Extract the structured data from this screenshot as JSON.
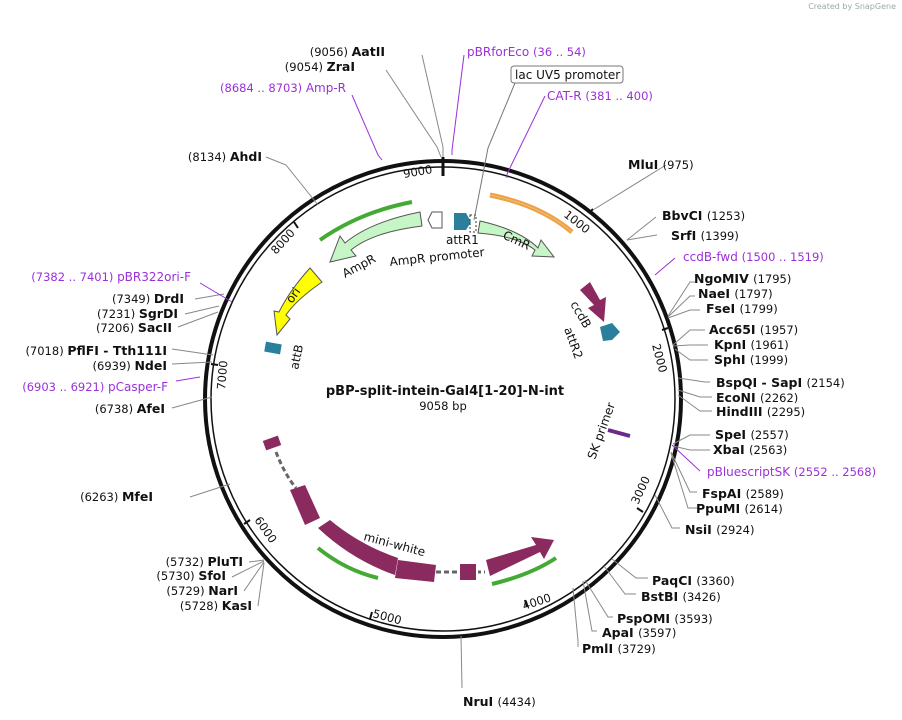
{
  "credit": "Created by SnapGene",
  "plasmid": {
    "name": "pBP-split-intein-Gal4[1-20]-N-int",
    "size": "9058 bp"
  },
  "ticks": [
    "1000",
    "2000",
    "3000",
    "4000",
    "5000",
    "6000",
    "7000",
    "8000",
    "9000"
  ],
  "sites": [
    {
      "name": "AatII",
      "pos": "(9056)",
      "side": "left"
    },
    {
      "name": "ZraI",
      "pos": "(9054)",
      "side": "left"
    },
    {
      "name": "MluI",
      "pos": "(975)",
      "side": "right"
    },
    {
      "name": "BbvCI",
      "pos": "(1253)",
      "side": "right"
    },
    {
      "name": "SrfI",
      "pos": "(1399)",
      "side": "right"
    },
    {
      "name": "NgoMIV",
      "pos": "(1795)",
      "side": "right"
    },
    {
      "name": "NaeI",
      "pos": "(1797)",
      "side": "right"
    },
    {
      "name": "FseI",
      "pos": "(1799)",
      "side": "right"
    },
    {
      "name": "Acc65I",
      "pos": "(1957)",
      "side": "right"
    },
    {
      "name": "KpnI",
      "pos": "(1961)",
      "side": "right"
    },
    {
      "name": "SphI",
      "pos": "(1999)",
      "side": "right"
    },
    {
      "name": "BspQI - SapI",
      "pos": "(2154)",
      "side": "right"
    },
    {
      "name": "EcoNI",
      "pos": "(2262)",
      "side": "right"
    },
    {
      "name": "HindIII",
      "pos": "(2295)",
      "side": "right"
    },
    {
      "name": "SpeI",
      "pos": "(2557)",
      "side": "right"
    },
    {
      "name": "XbaI",
      "pos": "(2563)",
      "side": "right"
    },
    {
      "name": "FspAI",
      "pos": "(2589)",
      "side": "right"
    },
    {
      "name": "PpuMI",
      "pos": "(2614)",
      "side": "right"
    },
    {
      "name": "NsiI",
      "pos": "(2924)",
      "side": "right"
    },
    {
      "name": "PaqCI",
      "pos": "(3360)",
      "side": "right"
    },
    {
      "name": "BstBI",
      "pos": "(3426)",
      "side": "right"
    },
    {
      "name": "PspOMI",
      "pos": "(3593)",
      "side": "right"
    },
    {
      "name": "ApaI",
      "pos": "(3597)",
      "side": "right"
    },
    {
      "name": "PmlI",
      "pos": "(3729)",
      "side": "right"
    },
    {
      "name": "NruI",
      "pos": "(4434)",
      "side": "right"
    },
    {
      "name": "AhdI",
      "pos": "(8134)",
      "side": "left"
    },
    {
      "name": "DrdI",
      "pos": "(7349)",
      "side": "left"
    },
    {
      "name": "SgrDI",
      "pos": "(7231)",
      "side": "left"
    },
    {
      "name": "SacII",
      "pos": "(7206)",
      "side": "left"
    },
    {
      "name": "PflFI - Tth111I",
      "pos": "(7018)",
      "side": "left"
    },
    {
      "name": "NdeI",
      "pos": "(6939)",
      "side": "left"
    },
    {
      "name": "AfeI",
      "pos": "(6738)",
      "side": "left"
    },
    {
      "name": "MfeI",
      "pos": "(6263)",
      "side": "left"
    },
    {
      "name": "PluTI",
      "pos": "(5732)",
      "side": "left"
    },
    {
      "name": "SfoI",
      "pos": "(5730)",
      "side": "left"
    },
    {
      "name": "NarI",
      "pos": "(5729)",
      "side": "left"
    },
    {
      "name": "KasI",
      "pos": "(5728)",
      "side": "left"
    }
  ],
  "primers": [
    {
      "name": "pBRforEco",
      "range": "(36 .. 54)"
    },
    {
      "name": "Amp-R",
      "range": "(8684 .. 8703)"
    },
    {
      "name": "CAT-R",
      "range": "(381 .. 400)"
    },
    {
      "name": "ccdB-fwd",
      "range": "(1500 .. 1519)"
    },
    {
      "name": "pBR322ori-F",
      "range": "(7382 .. 7401)"
    },
    {
      "name": "pCasper-F",
      "range": "(6903 .. 6921)"
    },
    {
      "name": "pBluescriptSK",
      "range": "(2552 .. 2568)"
    }
  ],
  "features": {
    "lac_uv5": "lac UV5 promoter",
    "cmr": "CmR",
    "attr1": "attR1",
    "ampr": "AmpR",
    "ampr_promoter": "AmpR promoter",
    "ccdb": "ccdB",
    "attr2": "attR2",
    "ori": "ori",
    "attb": "attB",
    "sk_primer": "SK primer",
    "mini_white": "mini-white"
  },
  "colors": {
    "primer": "#9b30d9",
    "feature_dark": "#8b2a5e",
    "att": "#2a7f9c",
    "resistance": "#c6f6c6",
    "ori": "#ffff00"
  }
}
